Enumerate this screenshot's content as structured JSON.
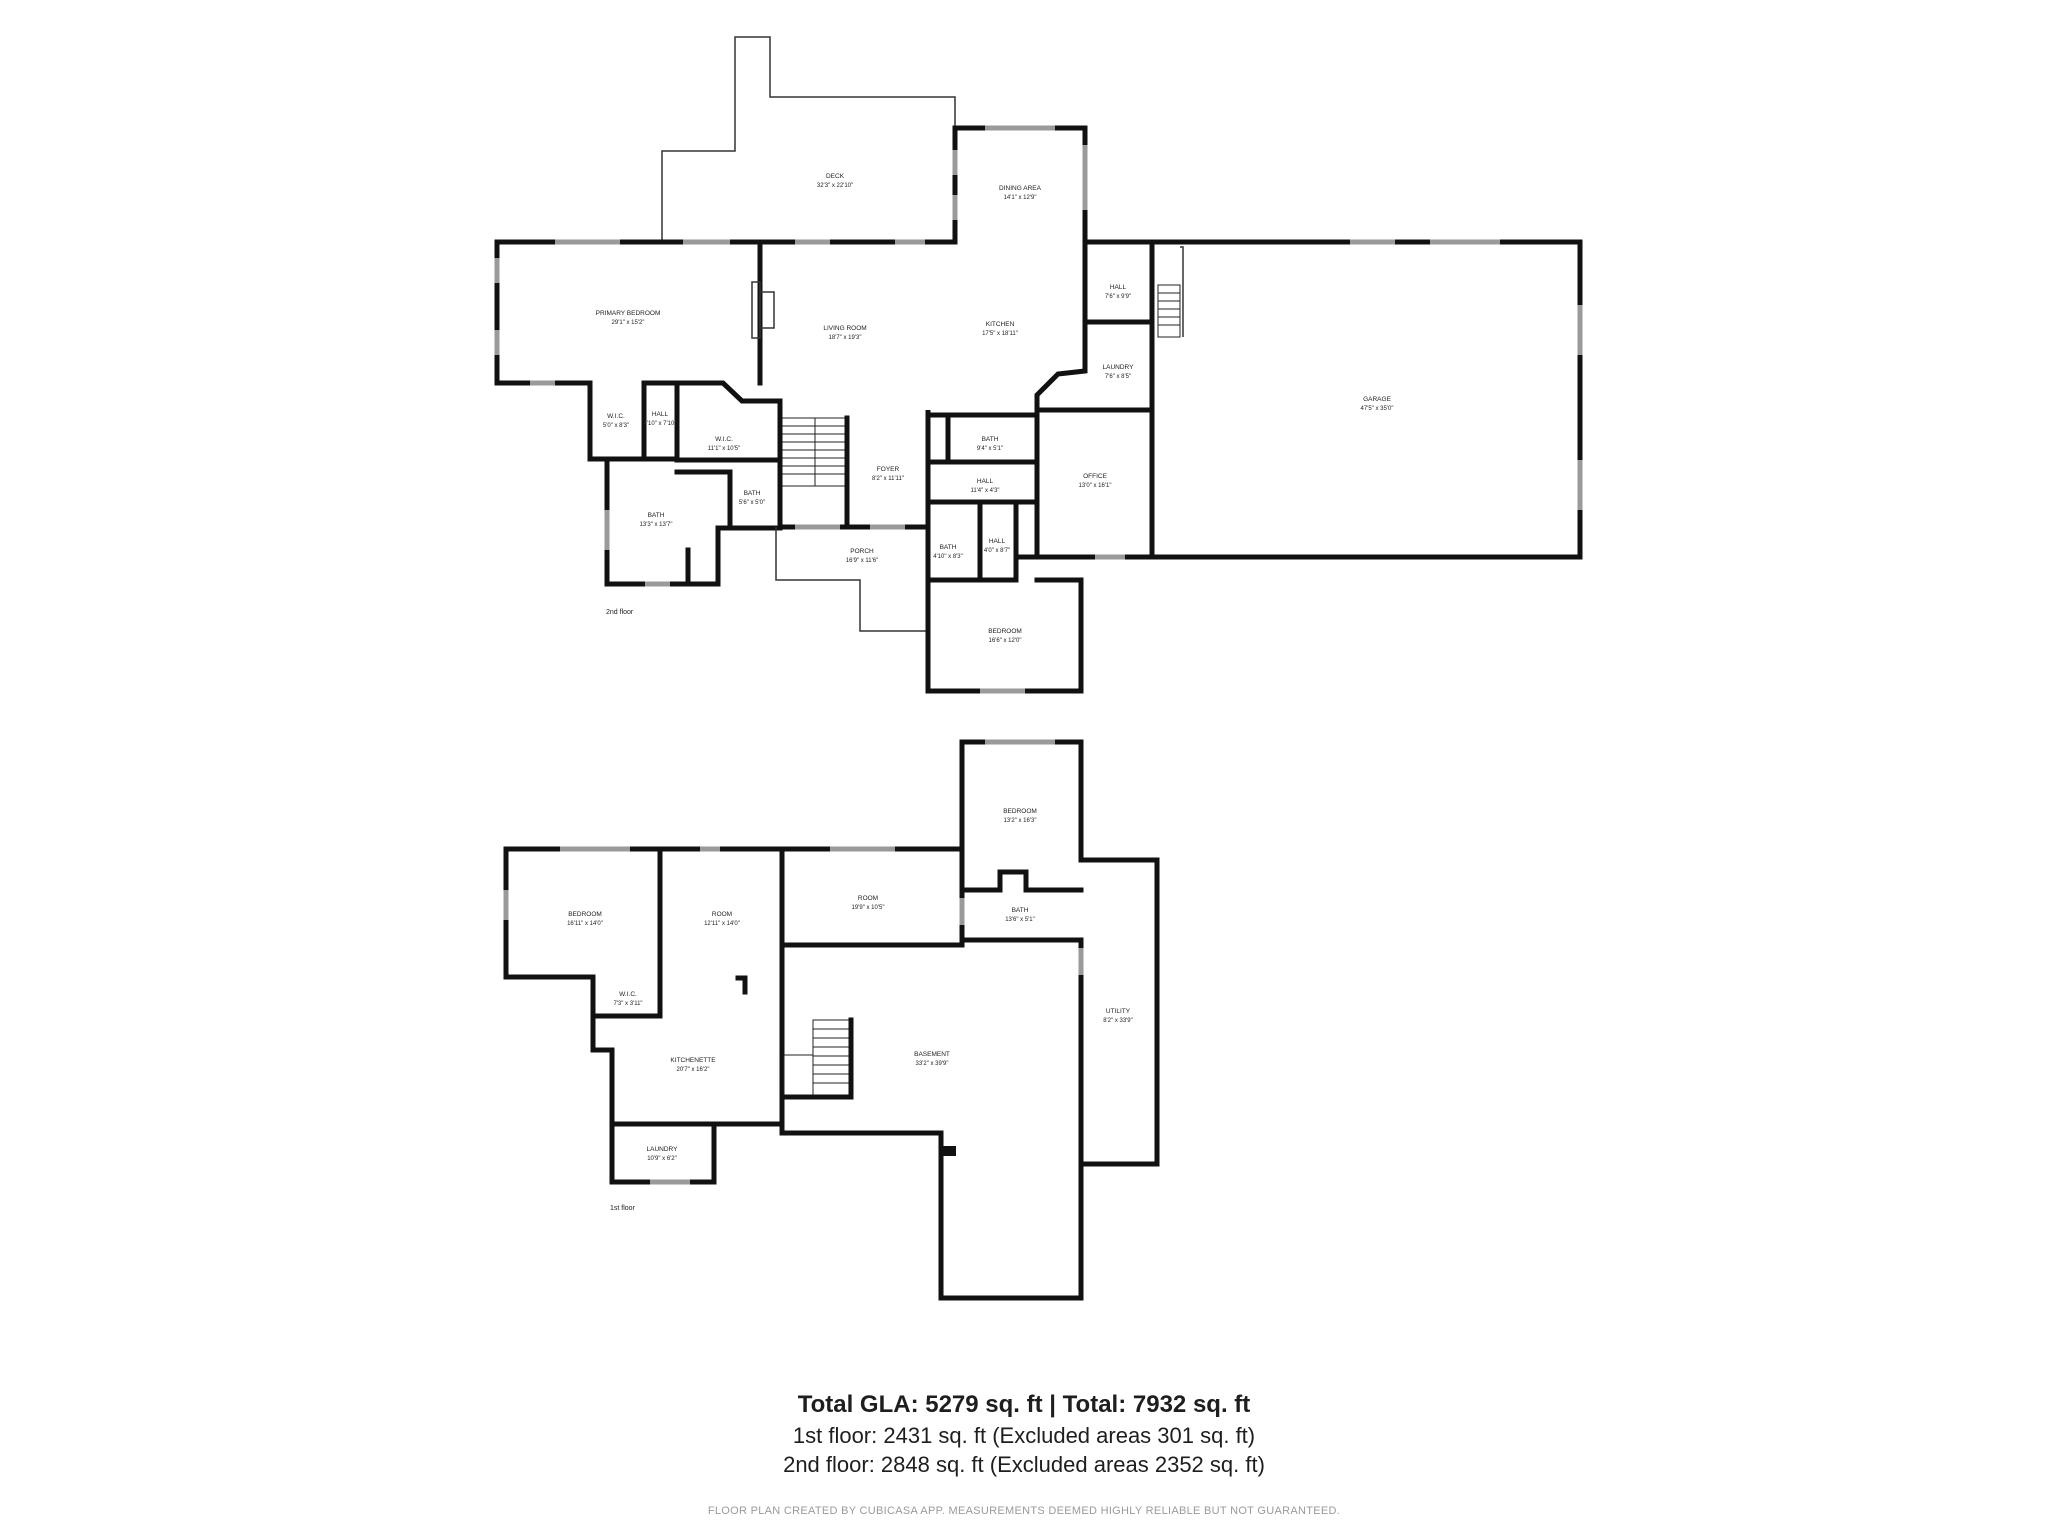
{
  "rooms": {
    "deck": {
      "name": "DECK",
      "dim": "32'3\" x 22'10\""
    },
    "dining": {
      "name": "DINING AREA",
      "dim": "14'1\" x 12'9\""
    },
    "primary_bedroom": {
      "name": "PRIMARY BEDROOM",
      "dim": "29'1\" x 15'2\""
    },
    "living": {
      "name": "LIVING ROOM",
      "dim": "18'7\" x 19'3\""
    },
    "kitchen": {
      "name": "KITCHEN",
      "dim": "17'5\" x 18'11\""
    },
    "hall_up": {
      "name": "HALL",
      "dim": "7'6\" x 9'9\""
    },
    "laundry_up": {
      "name": "LAUNDRY",
      "dim": "7'6\" x 8'5\""
    },
    "garage": {
      "name": "GARAGE",
      "dim": "47'5\" x 35'0\""
    },
    "wic1": {
      "name": "W.I.C.",
      "dim": "5'0\" x 8'3\""
    },
    "hall_wic": {
      "name": "HALL",
      "dim": "4'10\" x 7'10\""
    },
    "wic2": {
      "name": "W.I.C.",
      "dim": "11'1\" x 10'5\""
    },
    "bath_small": {
      "name": "BATH",
      "dim": "5'6\" x 5'0\""
    },
    "bath_primary": {
      "name": "BATH",
      "dim": "13'3\" x 13'7\""
    },
    "foyer": {
      "name": "FOYER",
      "dim": "8'2\" x 11'11\""
    },
    "bath_mid": {
      "name": "BATH",
      "dim": "9'4\" x 5'1\""
    },
    "hall_mid": {
      "name": "HALL",
      "dim": "11'4\" x 4'3\""
    },
    "office": {
      "name": "OFFICE",
      "dim": "13'0\" x 16'1\""
    },
    "porch": {
      "name": "PORCH",
      "dim": "16'9\" x 11'6\""
    },
    "bath_low": {
      "name": "BATH",
      "dim": "4'10\" x 8'3\""
    },
    "hall_low": {
      "name": "HALL",
      "dim": "4'0\" x 8'7\""
    },
    "bedroom_up": {
      "name": "BEDROOM",
      "dim": "16'6\" x 12'0\""
    },
    "bedroom_b1": {
      "name": "BEDROOM",
      "dim": "13'2\" x 16'3\""
    },
    "bedroom_b2": {
      "name": "BEDROOM",
      "dim": "16'11\" x 14'0\""
    },
    "room_b1": {
      "name": "ROOM",
      "dim": "12'11\" x 14'0\""
    },
    "room_b2": {
      "name": "ROOM",
      "dim": "19'9\" x 10'5\""
    },
    "bath_b": {
      "name": "BATH",
      "dim": "13'6\" x 5'1\""
    },
    "wic_b": {
      "name": "W.I.C.",
      "dim": "7'3\" x 3'11\""
    },
    "utility": {
      "name": "UTILITY",
      "dim": "8'2\" x 33'9\""
    },
    "kitchenette": {
      "name": "KITCHENETTE",
      "dim": "20'7\" x 16'2\""
    },
    "basement": {
      "name": "BASEMENT",
      "dim": "33'2\" x 39'9\""
    },
    "laundry_b": {
      "name": "LAUNDRY",
      "dim": "10'9\" x 6'2\""
    }
  },
  "floor_labels": {
    "upper": "2nd floor",
    "lower": "1st floor"
  },
  "summary": {
    "total": "Total GLA: 5279 sq. ft | Total: 7932 sq. ft",
    "first": "1st floor: 2431 sq. ft (Excluded areas 301 sq. ft)",
    "second": "2nd floor: 2848 sq. ft (Excluded areas 2352 sq. ft)",
    "credit": "FLOOR PLAN CREATED BY CUBICASA APP. MEASUREMENTS DEEMED HIGHLY RELIABLE BUT NOT GUARANTEED."
  }
}
